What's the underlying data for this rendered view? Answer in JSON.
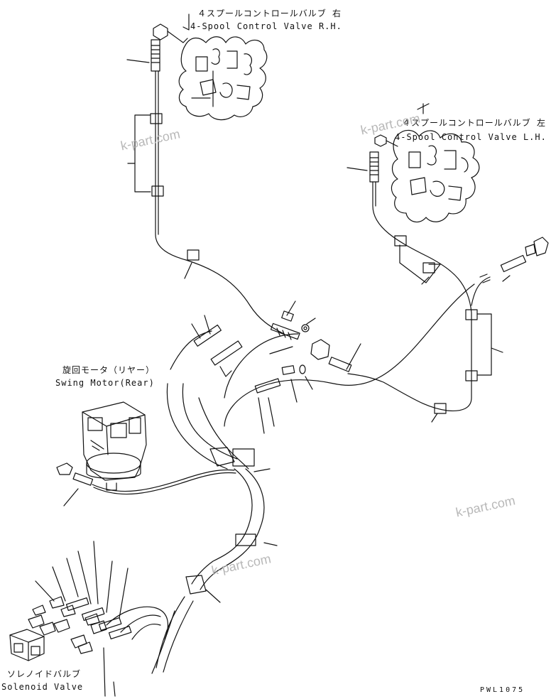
{
  "labels": {
    "valve_rh_jp": "４スプールコントロールバルブ 右",
    "valve_rh_en": "4-Spool Control Valve R.H.",
    "valve_lh_jp": "４スプールコントロールバルブ 左",
    "valve_lh_en": "4-Spool Control Valve L.H.",
    "swing_motor_jp": "旋回モータ（リヤー）",
    "swing_motor_en": "Swing Motor(Rear)",
    "solenoid_jp": "ソレノイドバルブ",
    "solenoid_en": "Solenoid Valve"
  },
  "watermark": "k-part.com",
  "drawing_code": "PWL1075"
}
